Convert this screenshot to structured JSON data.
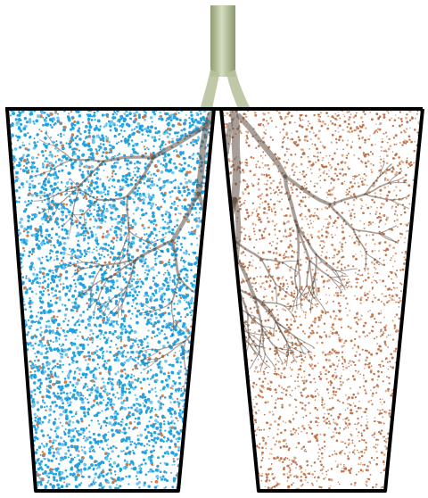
{
  "figure": {
    "container_count": 2,
    "containers": [
      {
        "side": "left",
        "fill": "water",
        "speckle_colors": [
          "#1e9fdc",
          "#c57a4e"
        ]
      },
      {
        "side": "right",
        "fill": "soil",
        "speckle_colors": [
          "#b8693f",
          "#d9a27c"
        ]
      }
    ],
    "stem_color": "#aab88e",
    "root_color": "#5e4f44",
    "outline_color": "#000000",
    "background": "#ffffff"
  }
}
